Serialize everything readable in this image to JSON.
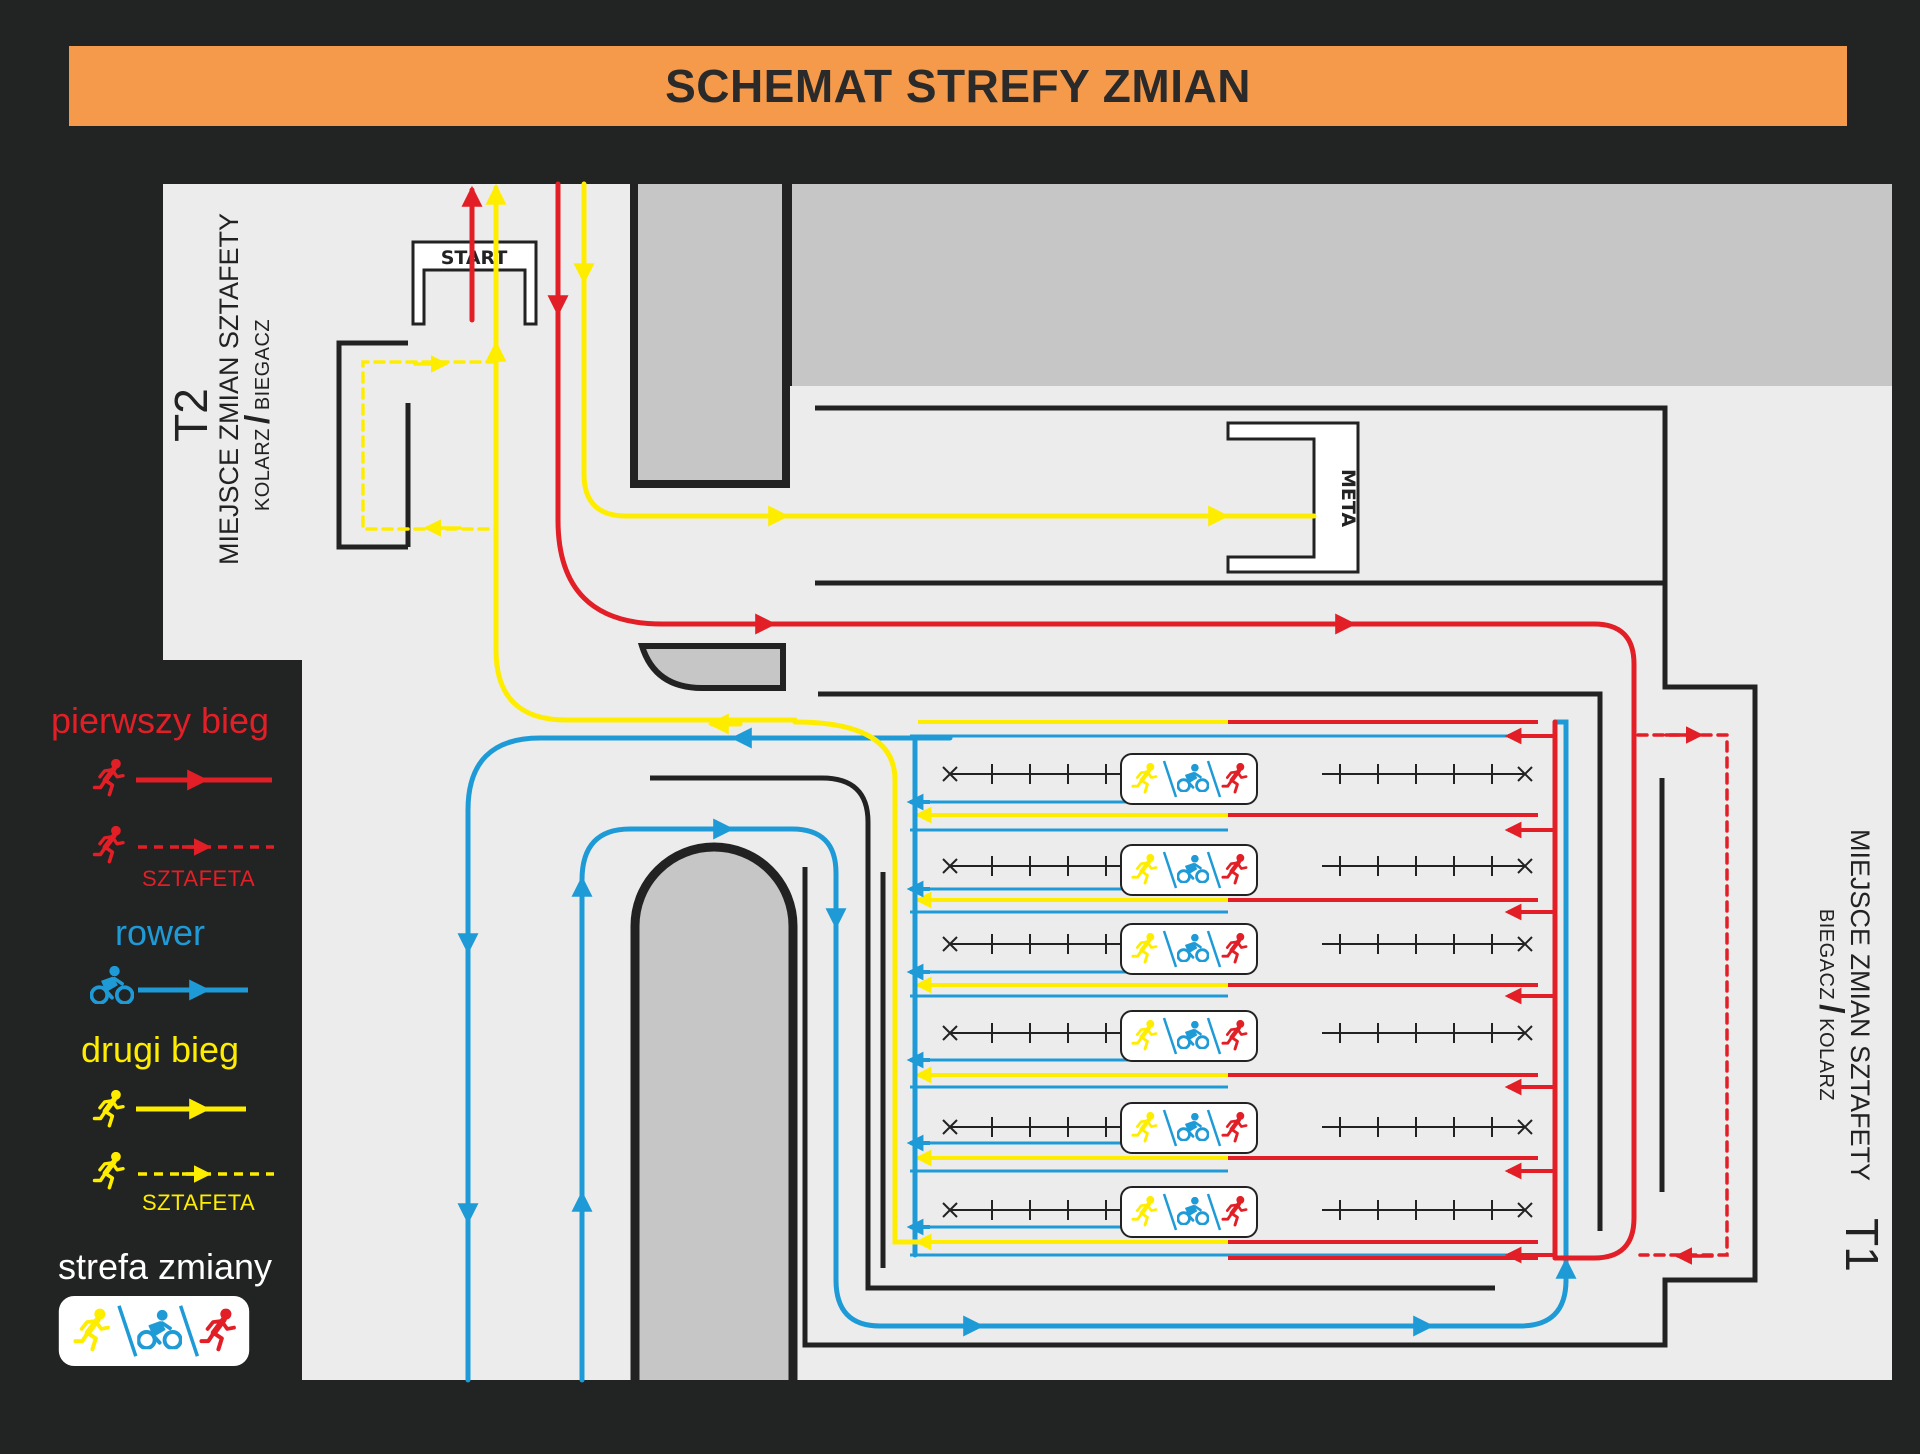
{
  "title": "SCHEMAT STREFY ZMIAN",
  "gates": {
    "start": "START",
    "finish": "META"
  },
  "zones": {
    "t2": {
      "code": "T2",
      "name": "MIEJSCE ZMIAN SZTAFETY",
      "from": "KOLARZ",
      "separator": "/",
      "to": "BIEGACZ"
    },
    "t1": {
      "code": "T1",
      "name": "MIEJSCE ZMIAN SZTAFETY",
      "from": "BIEGACZ",
      "separator": "/",
      "to": "KOLARZ"
    }
  },
  "legend": {
    "first_run": "pierwszy bieg",
    "first_run_relay": "SZTAFETA",
    "bike": "rower",
    "second_run": "drugi bieg",
    "second_run_relay": "SZTAFETA",
    "change_zone": "strefa zmiany"
  },
  "colors": {
    "background": "#222323",
    "ground": "#ECECEC",
    "buildings": "#C5C6C5",
    "banner": "#F59A4A",
    "first_run": "#E21F26",
    "bike": "#1E9BD7",
    "second_run": "#FFED00",
    "lines": "#222222"
  },
  "icons": [
    "runner-icon",
    "cyclist-icon",
    "arrow-icon",
    "cross-icon"
  ]
}
